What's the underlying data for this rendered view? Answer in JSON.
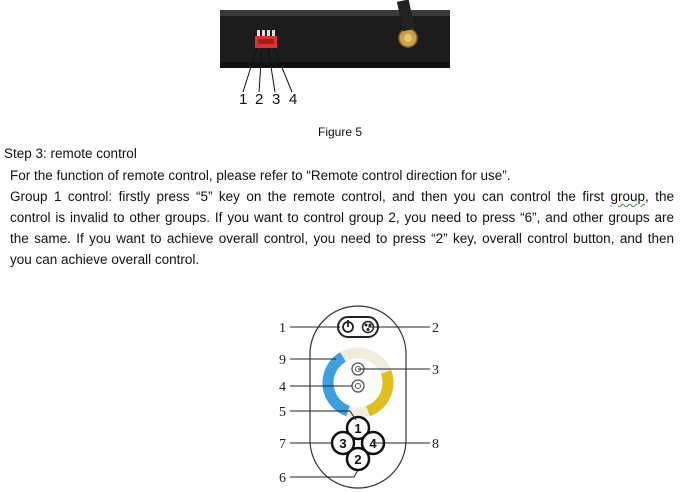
{
  "figure5": {
    "pin_labels": [
      "1",
      "2",
      "3",
      "4"
    ],
    "caption": "Figure 5"
  },
  "step": {
    "heading": "Step 3: remote control"
  },
  "paragraphs": {
    "p1": "For the function of remote control, please refer to “Remote control direction for use”.",
    "p2_line1_a": "Group 1 control: firstly press “5” key on the remote control, and then you can control the first ",
    "p2_line1_b": "group",
    "p2_line1_c": ", the",
    "p2_line2": "control is invalid to other groups. If you want to control group 2, you need to press “6”, and other groups are",
    "p2_line3": "the same. If you want to achieve overall control, you need to press “2” key, overall control button, and then",
    "p2_line4": "you can achieve overall control."
  },
  "remote": {
    "callouts": [
      "1",
      "2",
      "9",
      "3",
      "4",
      "5",
      "7",
      "8",
      "6"
    ],
    "buttons": {
      "key_1": "1",
      "key_3": "3",
      "key_4": "4",
      "key_2": "2"
    }
  },
  "colors": {
    "ring_blue": "#3aa0e0",
    "ring_yellow": "#e0c020",
    "ring_white": "#f2efe0",
    "dip_red": "#e03030",
    "device_body": "#1a1a1a"
  }
}
